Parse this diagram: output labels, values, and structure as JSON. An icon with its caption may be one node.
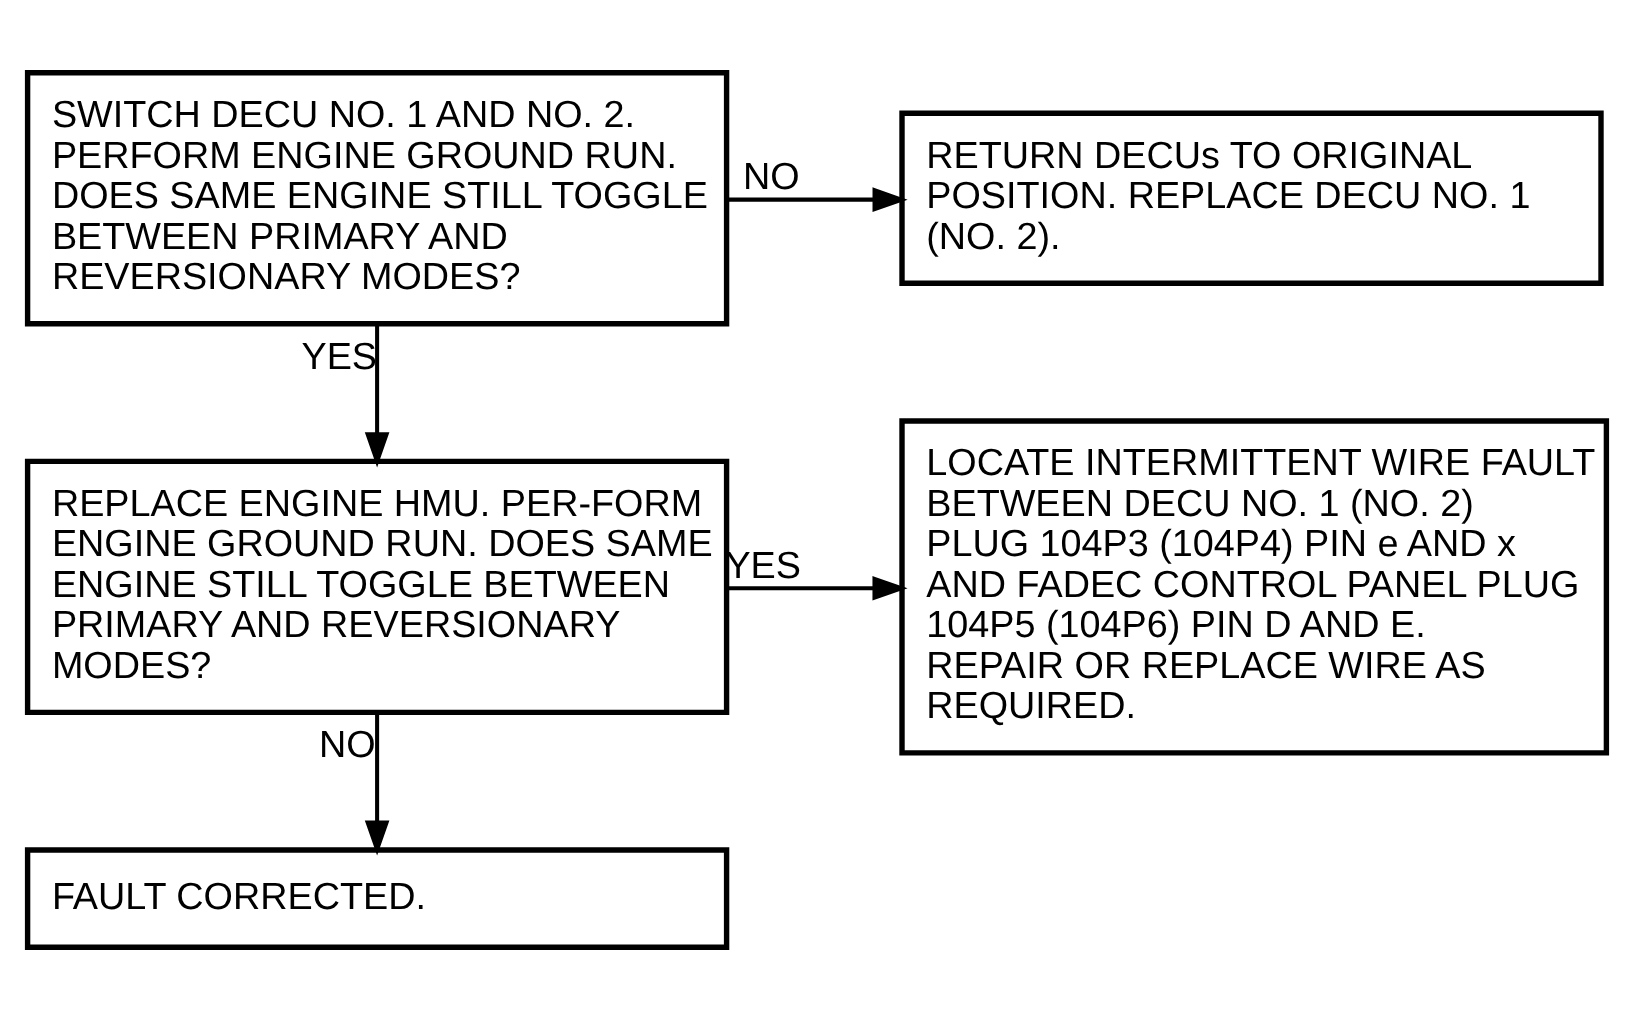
{
  "diagram": {
    "nodes": [
      {
        "text": [
          "SWITCH DECU NO. 1 AND NO. 2. PERFORM ENGINE GROUND RUN. DOES SAME ENGINE STILL TOGGLE BETWEEN PRIMARY AND REVERSIONARY MODES?"
        ]
      },
      {
        "text": [
          "RETURN DECUs TO ORIGINAL POSITION. REPLACE DECU NO. 1 (NO. 2)."
        ]
      },
      {
        "text": [
          "REPLACE ENGINE HMU. PER-FORM ENGINE GROUND RUN. DOES SAME ENGINE STILL TOGGLE BETWEEN PRIMARY AND REVERSIONARY MODES?"
        ]
      },
      {
        "text": [
          "LOCATE INTERMITTENT WIRE FAULT BETWEEN DECU NO. 1 (NO. 2) PLUG 104P3 (104P4) PIN e AND x AND FADEC CONTROL PANEL PLUG 104P5 (104P6) PIN D AND E. REPAIR OR REPLACE WIRE AS REQUIRED."
        ]
      },
      {
        "text": [
          "FAULT CORRECTED."
        ]
      }
    ],
    "edges": [
      {
        "from": 0,
        "to": 1,
        "arrow": "to",
        "label": "NO"
      },
      {
        "from": 0,
        "to": 2,
        "arrow": "to",
        "label": "YES"
      },
      {
        "from": 2,
        "to": 3,
        "arrow": "to",
        "label": "YES"
      },
      {
        "from": 2,
        "to": 4,
        "arrow": "to",
        "label": "NO"
      }
    ]
  }
}
